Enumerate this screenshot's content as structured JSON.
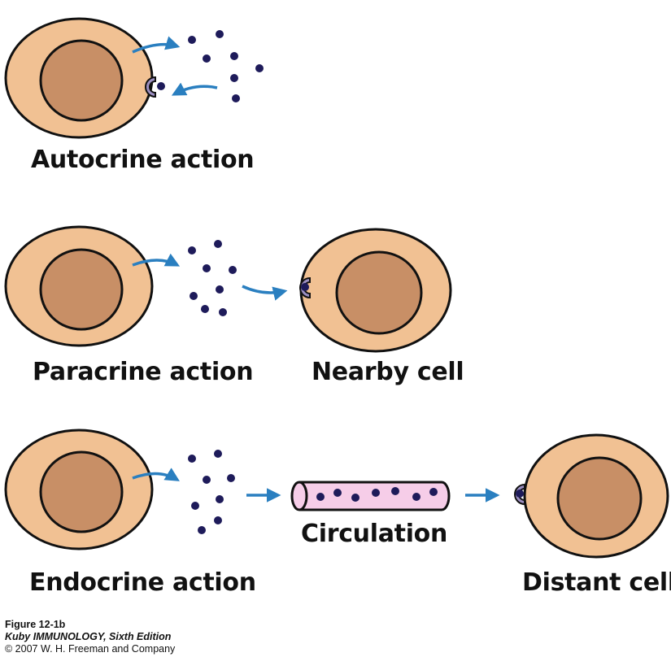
{
  "labels": {
    "autocrine": "Autocrine action",
    "paracrine": "Paracrine action",
    "nearby": "Nearby cell",
    "circulation": "Circulation",
    "endocrine": "Endocrine action",
    "distant": "Distant cell"
  },
  "caption": {
    "figure": "Figure 12-1b",
    "book": "Kuby IMMUNOLOGY, Sixth Edition",
    "copyright": "© 2007 W. H. Freeman and Company"
  },
  "colors": {
    "cytoplasm": "#f1c193",
    "nucleus": "#c88f66",
    "outline": "#111111",
    "molecule": "#1e1b5a",
    "receptor": "#9c8fc2",
    "arrow": "#2a7fc0",
    "vessel": "#f6cde8"
  }
}
